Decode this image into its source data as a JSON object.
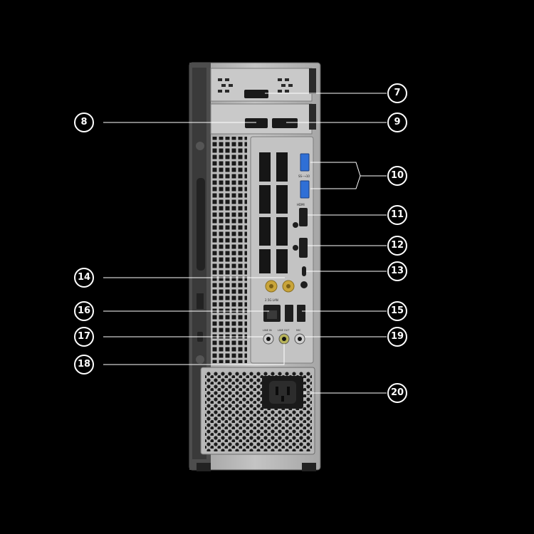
{
  "background": "#000000",
  "callouts": [
    {
      "id": "7",
      "label": "7"
    },
    {
      "id": "8",
      "label": "8"
    },
    {
      "id": "9",
      "label": "9"
    },
    {
      "id": "10",
      "label": "10"
    },
    {
      "id": "11",
      "label": "11"
    },
    {
      "id": "12",
      "label": "12"
    },
    {
      "id": "13",
      "label": "13"
    },
    {
      "id": "14",
      "label": "14"
    },
    {
      "id": "15",
      "label": "15"
    },
    {
      "id": "16",
      "label": "16"
    },
    {
      "id": "17",
      "label": "17"
    },
    {
      "id": "18",
      "label": "18"
    },
    {
      "id": "19",
      "label": "19"
    },
    {
      "id": "20",
      "label": "20"
    }
  ],
  "port_labels": {
    "usb": "SS⟶10",
    "hdmi": "HDMI",
    "lan": "2.5G LAN",
    "line_in": "LINE IN",
    "line_out": "LINE OUT",
    "mic": "MIC"
  },
  "colors": {
    "chassis": "#b8b8b8",
    "chassis_dark": "#8e8e8e",
    "usb_blue": "#2f6fd6",
    "antenna_gold": "#c9a53a",
    "line_out_green": "#b7b35a",
    "callout": "#ffffff"
  }
}
